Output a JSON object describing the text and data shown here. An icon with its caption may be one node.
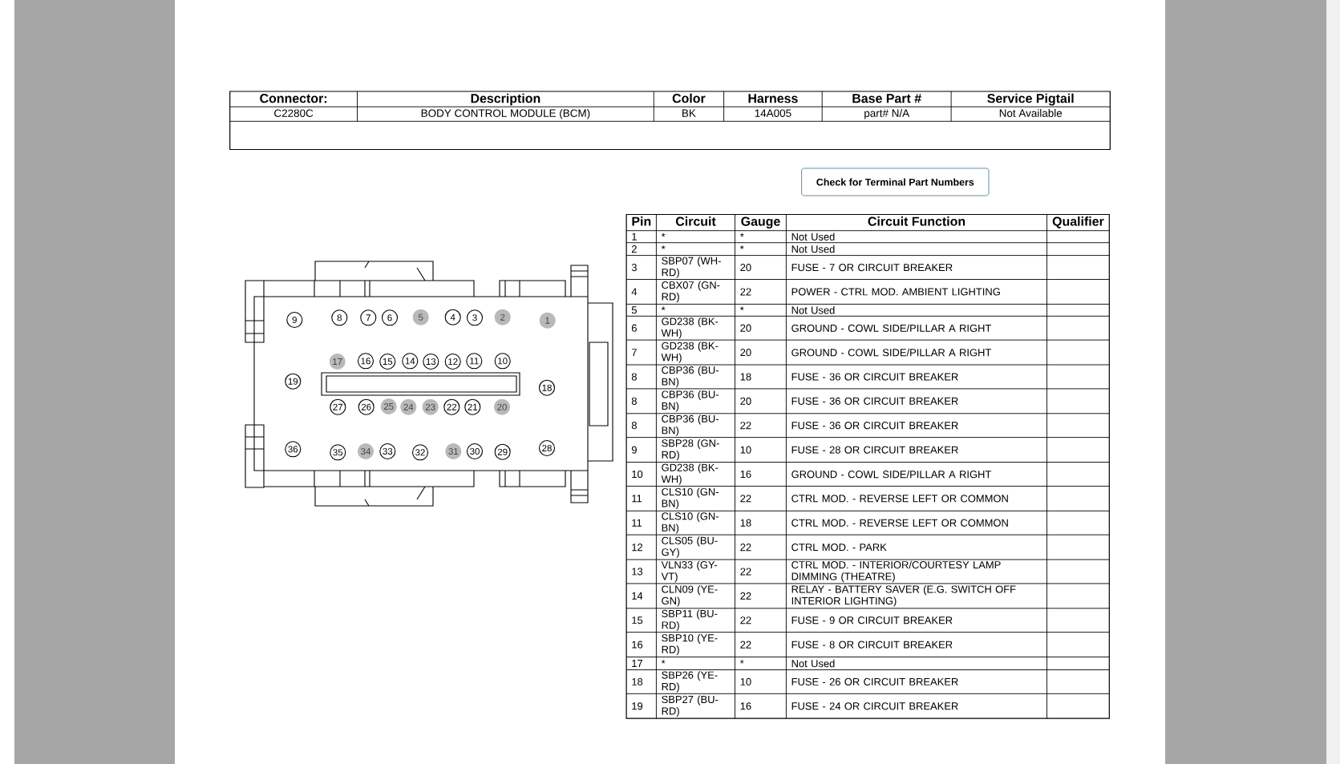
{
  "diagram": {
    "nodes": [
      {
        "text": [
          "9"
        ]
      },
      {
        "text": [
          "8"
        ]
      },
      {
        "text": [
          "7"
        ]
      },
      {
        "text": [
          "6"
        ]
      },
      {
        "text": [
          "5"
        ]
      },
      {
        "text": [
          "4"
        ]
      },
      {
        "text": [
          "3"
        ]
      },
      {
        "text": [
          "2"
        ]
      },
      {
        "text": [
          "1"
        ]
      },
      {
        "text": [
          "17"
        ]
      },
      {
        "text": [
          "16"
        ]
      },
      {
        "text": [
          "15"
        ]
      },
      {
        "text": [
          "14"
        ]
      },
      {
        "text": [
          "13"
        ]
      },
      {
        "text": [
          "12"
        ]
      },
      {
        "text": [
          "11"
        ]
      },
      {
        "text": [
          "10"
        ]
      },
      {
        "text": [
          "19"
        ]
      },
      {
        "text": [
          "18"
        ]
      },
      {
        "text": [
          "27"
        ]
      },
      {
        "text": [
          "26"
        ]
      },
      {
        "text": [
          "25"
        ]
      },
      {
        "text": [
          "24"
        ]
      },
      {
        "text": [
          "23"
        ]
      },
      {
        "text": [
          "22"
        ]
      },
      {
        "text": [
          "21"
        ]
      },
      {
        "text": [
          "20"
        ]
      },
      {
        "text": [
          "36"
        ]
      },
      {
        "text": [
          "35"
        ]
      },
      {
        "text": [
          "34"
        ]
      },
      {
        "text": [
          "33"
        ]
      },
      {
        "text": [
          "32"
        ]
      },
      {
        "text": [
          "31"
        ]
      },
      {
        "text": [
          "30"
        ]
      },
      {
        "text": [
          "29"
        ]
      },
      {
        "text": [
          "28"
        ]
      }
    ],
    "labels": [
      "Connector:",
      "Description",
      "Color",
      "Harness",
      "Base Part #",
      "Service Pigtail",
      "C2280C",
      "BODY CONTROL MODULE (BCM)",
      "BK",
      "14A005",
      "part# N/A",
      "Not Available",
      "Check for Terminal Part Numbers",
      "Pin",
      "Circuit",
      "Gauge",
      "Circuit Function",
      "Qualifier",
      "1",
      "*",
      "*",
      "Not Used",
      "2",
      "*",
      "*",
      "Not Used",
      "3",
      "SBP07 (WH-RD)",
      "20",
      "FUSE - 7 OR CIRCUIT BREAKER",
      "4",
      "CBX07 (GN-RD)",
      "22",
      "POWER - CTRL MOD. AMBIENT LIGHTING",
      "5",
      "*",
      "*",
      "Not Used",
      "6",
      "GD238 (BK-WH)",
      "20",
      "GROUND - COWL SIDE/PILLAR A RIGHT",
      "7",
      "GD238 (BK-WH)",
      "20",
      "GROUND - COWL SIDE/PILLAR A RIGHT",
      "8",
      "CBP36 (BU-BN)",
      "18",
      "FUSE - 36 OR CIRCUIT BREAKER",
      "8",
      "CBP36 (BU-BN)",
      "20",
      "FUSE - 36 OR CIRCUIT BREAKER",
      "8",
      "CBP36 (BU-BN)",
      "22",
      "FUSE - 36 OR CIRCUIT BREAKER",
      "9",
      "SBP28 (GN-RD)",
      "10",
      "FUSE - 28 OR CIRCUIT BREAKER",
      "10",
      "GD238 (BK-WH)",
      "16",
      "GROUND - COWL SIDE/PILLAR A RIGHT",
      "11",
      "CLS10 (GN-BN)",
      "22",
      "CTRL MOD. - REVERSE LEFT OR COMMON",
      "11",
      "CLS10 (GN-BN)",
      "18",
      "CTRL MOD. - REVERSE LEFT OR COMMON",
      "12",
      "CLS05 (BU-GY)",
      "22",
      "CTRL MOD. - PARK",
      "13",
      "VLN33 (GY-VT)",
      "22",
      "CTRL MOD. - INTERIOR/COURTESY LAMP DIMMING (THEATRE)",
      "14",
      "CLN09 (YE-GN)",
      "22",
      "RELAY - BATTERY SAVER (E.G. SWITCH OFF INTERIOR LIGHTING)",
      "15",
      "SBP11 (BU-RD)",
      "22",
      "FUSE - 9 OR CIRCUIT BREAKER",
      "16",
      "SBP10 (YE-RD)",
      "22",
      "FUSE - 8 OR CIRCUIT BREAKER",
      "17",
      "*",
      "*",
      "Not Used",
      "18",
      "SBP26 (YE-RD)",
      "10",
      "FUSE - 26 OR CIRCUIT BREAKER",
      "19",
      "SBP27 (BU-RD)",
      "16",
      "FUSE - 24 OR CIRCUIT BREAKER"
    ]
  }
}
